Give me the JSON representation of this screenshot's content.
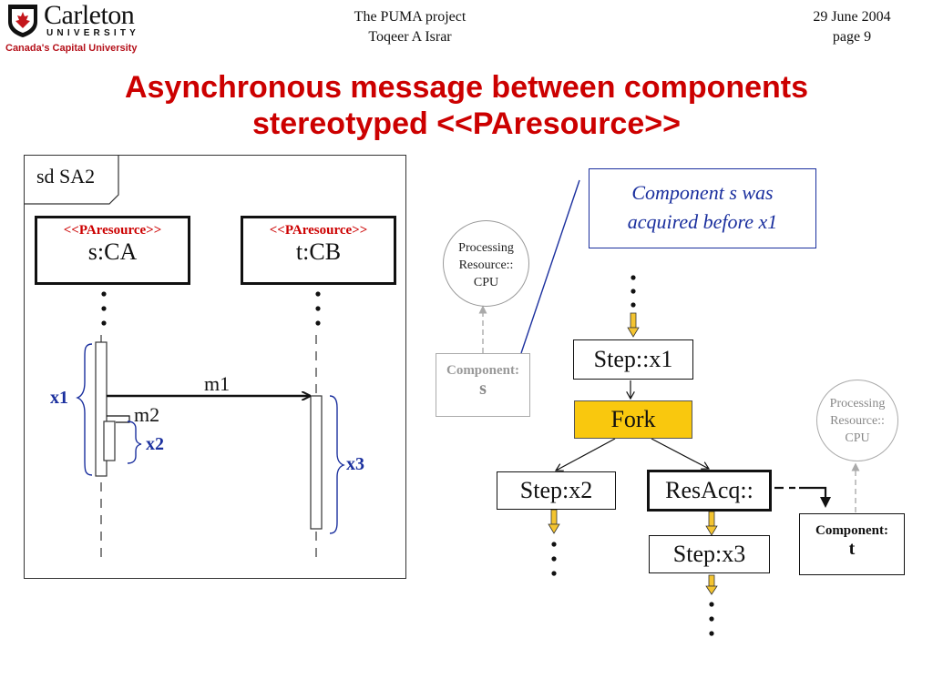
{
  "logo": {
    "word": "Carleton",
    "university": "UNIVERSITY",
    "tagline": "Canada's Capital University"
  },
  "header": {
    "project": "The PUMA project",
    "author": "Toqeer A Israr",
    "date": "29 June 2004",
    "page": "page 9"
  },
  "title": {
    "line1": "Asynchronous message between components",
    "line2": "stereotyped <<PAresource>>"
  },
  "sequence": {
    "frame_label": "sd SA2",
    "lifelines": [
      {
        "stereotype": "<<PAresource>>",
        "name": "s:CA"
      },
      {
        "stereotype": "<<PAresource>>",
        "name": "t:CB"
      }
    ],
    "messages": [
      {
        "label": "m1"
      },
      {
        "label": "m2"
      }
    ],
    "braces": [
      {
        "label": "x1"
      },
      {
        "label": "x2"
      },
      {
        "label": "x3"
      }
    ]
  },
  "activity": {
    "note": {
      "line1": "Component s was",
      "line2": "acquired before x1"
    },
    "cpu1": {
      "line1": "Processing",
      "line2": "Resource::",
      "line3": "CPU"
    },
    "comp_s": {
      "label": "Component:",
      "name": "s"
    },
    "step_x1": "Step::x1",
    "fork": "Fork",
    "step_x2": "Step:x2",
    "resacq": "ResAcq::",
    "step_x3": "Step:x3",
    "cpu2": {
      "line1": "Processing",
      "line2": "Resource::",
      "line3": "CPU"
    },
    "comp_t": {
      "label": "Component:",
      "name": "t"
    }
  },
  "colors": {
    "title": "#cc0000",
    "stereotype": "#cc0000",
    "annotation": "#1a2f9e",
    "fork": "#f9c80e",
    "step_arrow": "#e2b21a"
  }
}
